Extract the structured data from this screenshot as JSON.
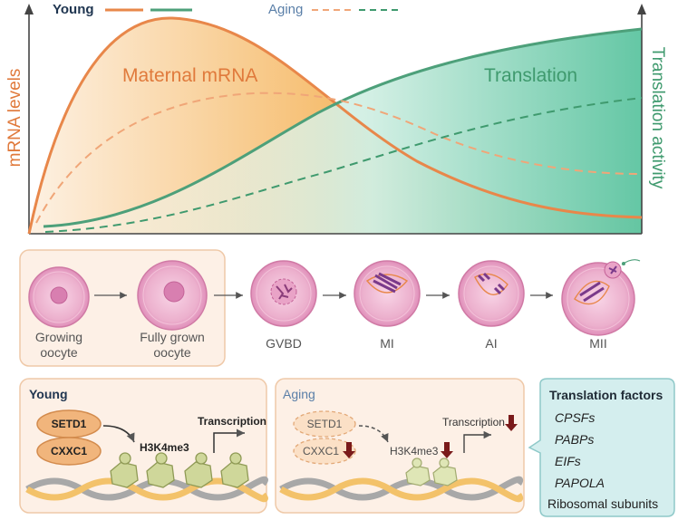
{
  "legend": {
    "young_label": "Young",
    "aging_label": "Aging",
    "colors": {
      "maternal": "#e8874a",
      "translation": "#4da07a",
      "young_text": "#1f3550",
      "aging_text": "#5a7fa8"
    }
  },
  "axes": {
    "left_label": "mRNA levels",
    "right_label": "Translation activity"
  },
  "curves": {
    "maternal_label": "Maternal mRNA",
    "translation_label": "Translation"
  },
  "stages": [
    {
      "label_line1": "Growing",
      "label_line2": "oocyte"
    },
    {
      "label_line1": "Fully grown",
      "label_line2": "oocyte"
    },
    {
      "label_line1": "GVBD",
      "label_line2": ""
    },
    {
      "label_line1": "MI",
      "label_line2": ""
    },
    {
      "label_line1": "AI",
      "label_line2": ""
    },
    {
      "label_line1": "MII",
      "label_line2": ""
    }
  ],
  "young_panel": {
    "title": "Young",
    "protein1": "SETD1",
    "protein2": "CXXC1",
    "mark": "H3K4me3",
    "transcription": "Transcription"
  },
  "aging_panel": {
    "title": "Aging",
    "protein1": "SETD1",
    "protein2": "CXXC1",
    "mark": "H3K4me3",
    "transcription": "Transcription"
  },
  "factors": {
    "title": "Translation factors",
    "items": [
      "CPSFs",
      "PABPs",
      "EIFs",
      "PAPOLA"
    ],
    "last_item": "Ribosomal subunits"
  }
}
